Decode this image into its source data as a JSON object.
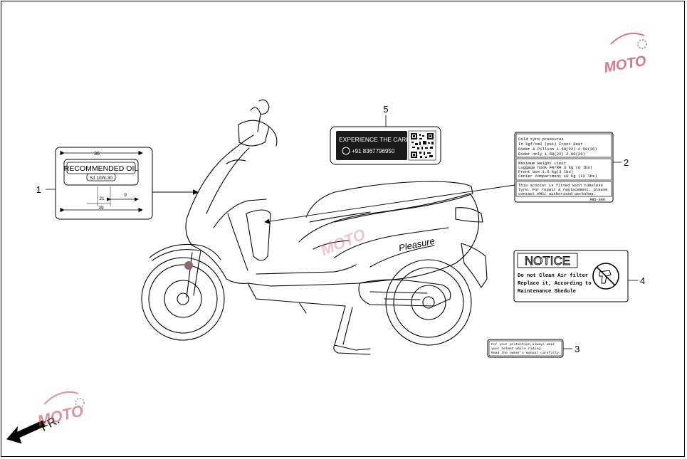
{
  "labels": {
    "recommended_oil": {
      "callout": "1",
      "title": "RECOMMENDED OIL",
      "grade": "SJ 10W-30",
      "dim_top": "36",
      "dim_mid": "21",
      "dim_right": "9",
      "dim_bottom": "39"
    },
    "tyre_pressure": {
      "callout": "2",
      "pressure_rows": [
        "Cold tyre pressures",
        "In kgf/cm2 (psi)   Front      Rear",
        "Rider & Pillion   1.50(22)   2.50(36)",
        "Rider only        1.50(22)   2.00(29)"
      ],
      "weight_rows": [
        "Maximum Weight Limit",
        "Luggage hook FR/RR        3 kg  (6 lbs)",
        "Front box               1.5 kg(3 lbs)",
        "Center compartment     10 kg (22 lbs)"
      ],
      "tyre_rows": [
        "This scooter is fitted with tubeless",
        "tyre. For repair & replacement. please",
        "contact HMCL authorised workshop."
      ],
      "code": "AB5-000"
    },
    "helmet": {
      "callout": "3",
      "rows": [
        "For your protection,always wear",
        "your helmet while riding.",
        "Read the owner's manual carefully."
      ]
    },
    "notice": {
      "callout": "4",
      "title": "NOTICE",
      "rows": [
        "Do not Clean Air filter",
        "Replace it, According to",
        "Maintenance Shedule"
      ]
    },
    "care": {
      "callout": "5",
      "title": "EXPERIENCE THE CARE",
      "phone": "+91 8367796950"
    }
  },
  "direction": "FR.",
  "scooter_logo": "Pleasure",
  "watermark": "MOTO",
  "colors": {
    "line": "#000000",
    "label_dark": "#1a1a1a",
    "watermark_red": "#c94a5a",
    "watermark_gray": "#7a7a7a"
  }
}
